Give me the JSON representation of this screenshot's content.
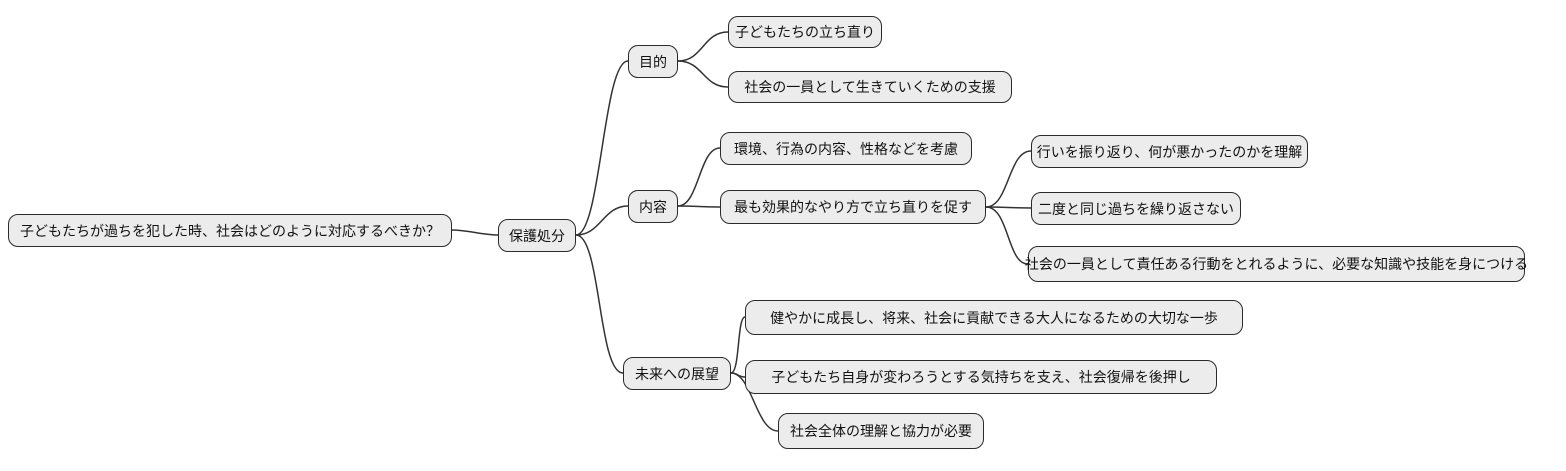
{
  "diagram_type": "mindmap",
  "colors": {
    "background": "#ffffff",
    "node_fill": "#ececec",
    "node_border": "#2b2b2b",
    "edge": "#333333",
    "text": "#111111"
  },
  "tree": {
    "label": "子どもたちが過ちを犯した時、社会はどのように対応するべきか？",
    "children": [
      {
        "label": "保護処分",
        "children": [
          {
            "label": "目的",
            "children": [
              {
                "label": "子どもたちの立ち直り"
              },
              {
                "label": "社会の一員として生きていくための支援"
              }
            ]
          },
          {
            "label": "内容",
            "children": [
              {
                "label": "環境、行為の内容、性格などを考慮"
              },
              {
                "label": "最も効果的なやり方で立ち直りを促す",
                "children": [
                  {
                    "label": "行いを振り返り、何が悪かったのかを理解"
                  },
                  {
                    "label": "二度と同じ過ちを繰り返さない"
                  },
                  {
                    "label": "社会の一員として責任ある行動をとれるように、必要な知識や技能を身につける"
                  }
                ]
              }
            ]
          },
          {
            "label": "未来への展望",
            "children": [
              {
                "label": "健やかに成長し、将来、社会に貢献できる大人になるための大切な一歩"
              },
              {
                "label": "子どもたち自身が変わろうとする気持ちを支え、社会復帰を後押し"
              },
              {
                "label": "社会全体の理解と協力が必要"
              }
            ]
          }
        ]
      }
    ]
  }
}
